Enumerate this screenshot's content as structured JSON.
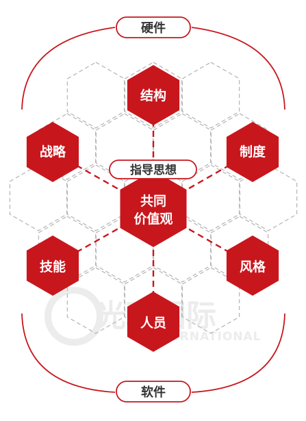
{
  "labels": {
    "top": "硬件",
    "bottom": "软件",
    "guiding": "指导思想",
    "center_line1": "共同",
    "center_line2": "价值观"
  },
  "nodes": {
    "structure": "结构",
    "strategy": "战略",
    "system": "制度",
    "skills": "技能",
    "style": "风格",
    "staff": "人员"
  },
  "watermark": {
    "cn": "光环国际",
    "en": "INTERNATIONAL"
  },
  "colors": {
    "primary_red": "#c8161d",
    "text_white": "#ffffff",
    "grid_gray": "#b8b8b8",
    "watermark": "#ececec"
  }
}
